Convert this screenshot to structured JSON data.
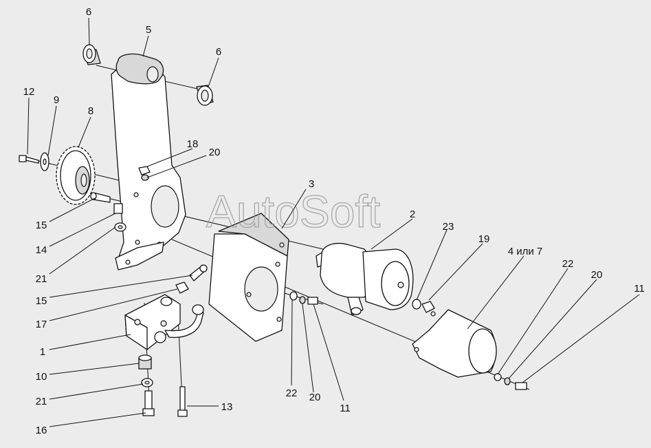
{
  "watermark": "AutoSoft",
  "callouts": [
    "1",
    "2",
    "3",
    "4 или 7",
    "5",
    "6",
    "6",
    "8",
    "9",
    "10",
    "11",
    "11",
    "12",
    "13",
    "14",
    "15",
    "15",
    "16",
    "17",
    "18",
    "19",
    "20",
    "20",
    "20",
    "21",
    "21",
    "22",
    "22",
    "23"
  ]
}
